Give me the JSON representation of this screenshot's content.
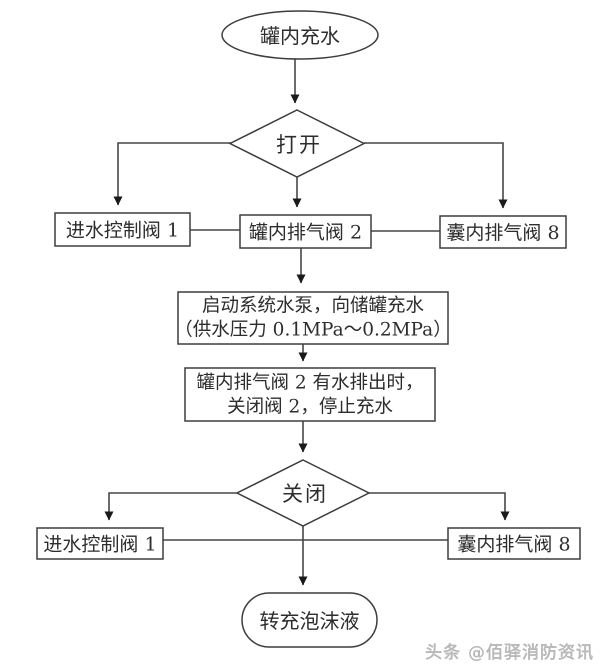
{
  "nodes": {
    "start": "罐内充水",
    "open_decision": "打开",
    "inlet_valve_top": "进水控制阀 1",
    "tank_vent_valve": "罐内排气阀 2",
    "bladder_vent_top": "囊内排气阀 8",
    "pump_line1": "启动系统水泵，向储罐充水",
    "pump_line2": "（供水压力 0.1MPa～0.2MPa）",
    "drain_line1": "罐内排气阀 2 有水排出时，",
    "drain_line2": "关闭阀 2，停止充水",
    "close_decision": "关闭",
    "inlet_valve_bottom": "进水控制阀 1",
    "bladder_vent_bottom": "囊内排气阀 8",
    "end": "转充泡沫液"
  },
  "watermark": "头条 @佰驿消防资讯",
  "colors": {
    "background": "#ffffff",
    "shape_stroke": "#3d3d3d",
    "edge_stroke": "#474747",
    "text": "#2d2d2d",
    "watermark": "#b9b9b9"
  }
}
